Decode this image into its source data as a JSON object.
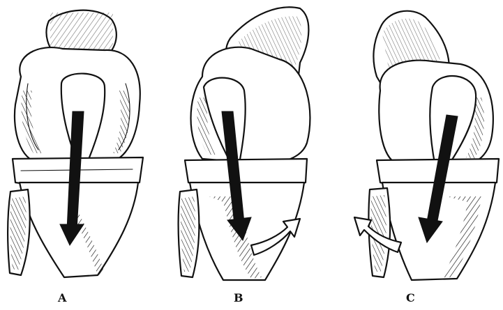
{
  "figure": {
    "panels": [
      {
        "id": "A",
        "label": "A",
        "rotation": "none"
      },
      {
        "id": "B",
        "label": "B",
        "rotation": "external"
      },
      {
        "id": "C",
        "label": "C",
        "rotation": "internal"
      }
    ],
    "colors": {
      "ink": "#111111",
      "paper": "#ffffff"
    }
  }
}
